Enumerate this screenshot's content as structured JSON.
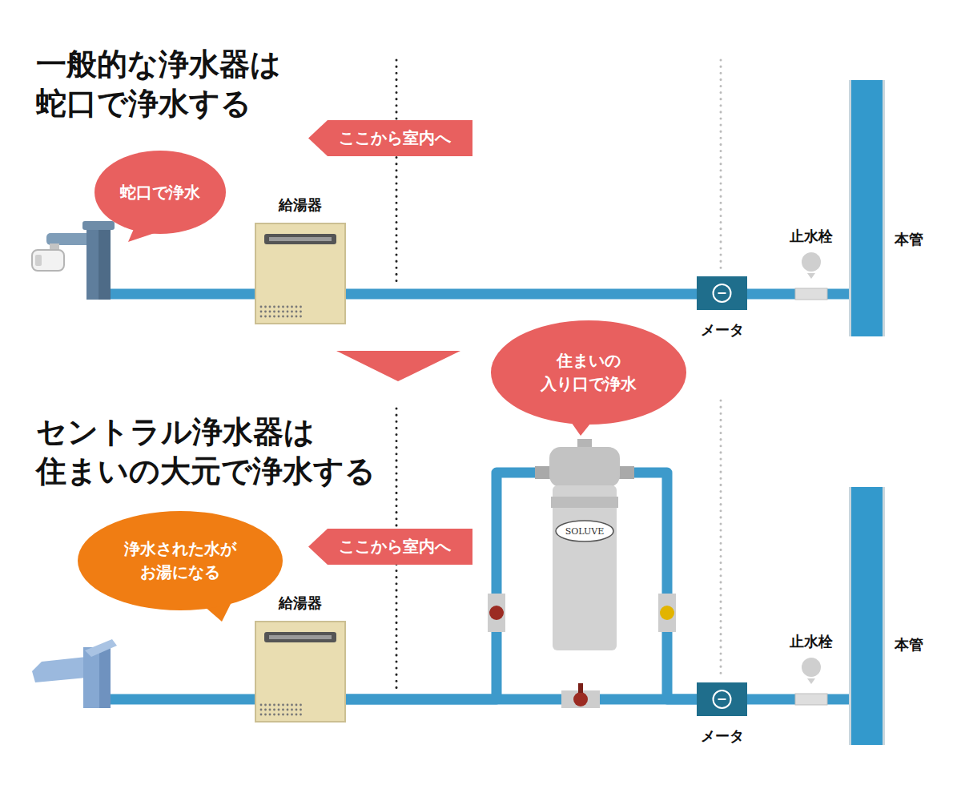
{
  "diagram": {
    "nodes": [
      {
        "text": [
          "ここから室内へ"
        ]
      },
      {
        "text": [
          "蛇口で浄水"
        ]
      },
      {
        "text": [
          "給湯器"
        ]
      },
      {
        "text": [
          "止水栓"
        ]
      },
      {
        "text": [
          "本管"
        ]
      },
      {
        "text": [
          "メータ"
        ]
      },
      {
        "text": [
          "住まいの 入り口で浄水"
        ]
      },
      {
        "text": [
          "ここから室内へ"
        ]
      },
      {
        "text": [
          "浄水された水が お湯になる"
        ]
      },
      {
        "text": [
          "給湯器"
        ]
      },
      {
        "text": [
          "止水栓"
        ]
      },
      {
        "text": [
          "本管"
        ]
      },
      {
        "text": [
          "SOLUVE"
        ]
      },
      {
        "text": [
          "メータ"
        ]
      }
    ],
    "edges": [
      {
        "from": 2,
        "to": 5,
        "arrow": "none"
      },
      {
        "from": 5,
        "to": 3,
        "arrow": "none"
      },
      {
        "from": 3,
        "to": 4,
        "arrow": "none"
      },
      {
        "from": 9,
        "to": 13,
        "arrow": "none"
      },
      {
        "from": 9,
        "to": 12,
        "arrow": "none"
      },
      {
        "from": 12,
        "to": 13,
        "arrow": "none"
      },
      {
        "from": 13,
        "to": 10,
        "arrow": "none"
      },
      {
        "from": 10,
        "to": 11,
        "arrow": "none"
      }
    ],
    "labels": [
      "一般的な浄水器は 蛇口で浄水する",
      "セントラル浄水器は 住まいの大元で浄水する"
    ]
  }
}
